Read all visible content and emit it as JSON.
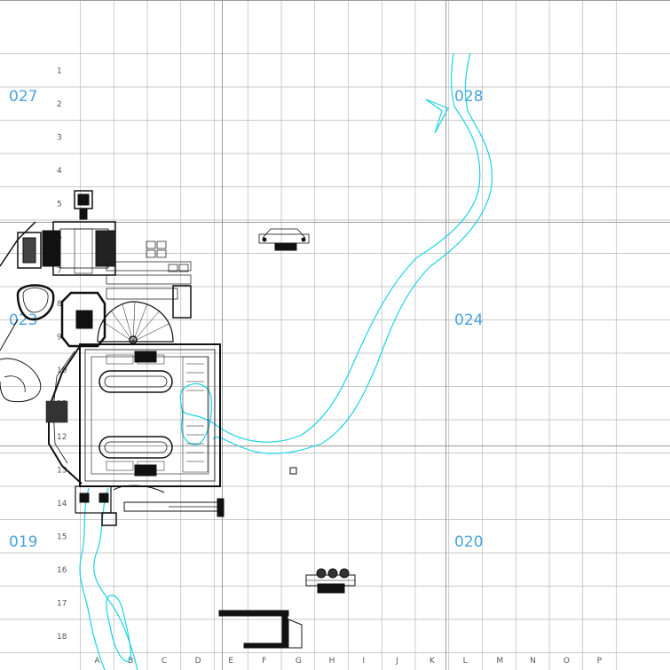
{
  "map": {
    "sheet_labels": [
      "027",
      "028",
      "023",
      "024",
      "019",
      "020"
    ],
    "row_labels": [
      "1",
      "2",
      "3",
      "4",
      "5",
      "6",
      "7",
      "8",
      "9",
      "10",
      "11",
      "12",
      "13",
      "14",
      "15",
      "16",
      "17",
      "18"
    ],
    "column_labels": [
      "A",
      "B",
      "C",
      "D",
      "E",
      "F",
      "G",
      "H",
      "I",
      "J",
      "K",
      "L",
      "M",
      "N",
      "O",
      "P"
    ],
    "colors": {
      "grid": "#b8b8b8",
      "sheet_grid": "#9a9a9a",
      "sheet_label": "#4aa3df",
      "river": "#19d3e6",
      "building": "#111111"
    }
  }
}
